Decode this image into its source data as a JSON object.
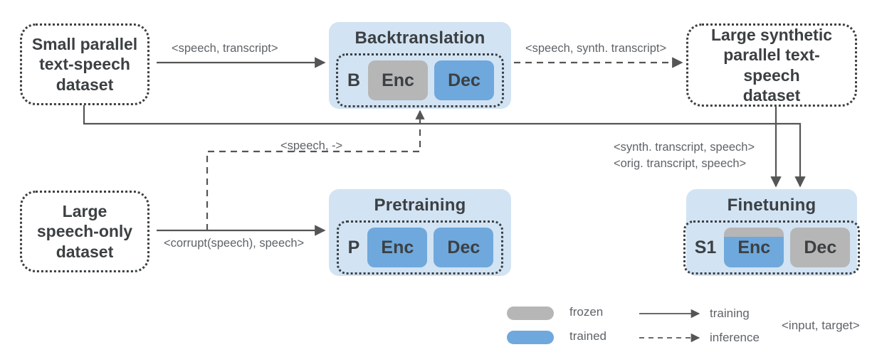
{
  "diagram": {
    "title": "Speech-text training pipeline",
    "colors": {
      "frozen": "#b6b6b6",
      "trained": "#6fa8dc",
      "stage_panel": "#d2e3f3",
      "ink": "#3c4043",
      "label_text": "#5f6368"
    },
    "datasets": [
      {
        "id": "small-parallel",
        "label": "Small parallel\ntext-speech\ndataset"
      },
      {
        "id": "large-synthetic",
        "label": "Large synthetic\nparallel text-speech\ndataset"
      },
      {
        "id": "large-speech-only",
        "label": "Large\nspeech-only\ndataset"
      }
    ],
    "stages": [
      {
        "id": "backtranslation",
        "title": "Backtranslation",
        "tag": "B",
        "modules": [
          {
            "label": "Enc",
            "state": "frozen"
          },
          {
            "label": "Dec",
            "state": "trained"
          }
        ]
      },
      {
        "id": "pretraining",
        "title": "Pretraining",
        "tag": "P",
        "modules": [
          {
            "label": "Enc",
            "state": "trained"
          },
          {
            "label": "Dec",
            "state": "trained"
          }
        ]
      },
      {
        "id": "finetuning",
        "title": "Finetuning",
        "tag": "S1",
        "modules": [
          {
            "label": "Enc",
            "state": "partial"
          },
          {
            "label": "Dec",
            "state": "frozen"
          }
        ]
      }
    ],
    "edges": [
      {
        "id": "small-to-backtranslation",
        "label": "<speech, transcript>",
        "kind": "training"
      },
      {
        "id": "backtranslation-to-synthetic",
        "label": "<speech, synth. transcript>",
        "kind": "inference"
      },
      {
        "id": "speechonly-to-backtranslation",
        "label": "<speech, ->",
        "kind": "inference"
      },
      {
        "id": "speechonly-to-pretraining",
        "label": "<corrupt(speech), speech>",
        "kind": "training"
      },
      {
        "id": "to-finetuning-line1",
        "label": "<synth. transcript, speech>",
        "kind": "training"
      },
      {
        "id": "to-finetuning-line2",
        "label": "<orig. transcript, speech>",
        "kind": "training"
      }
    ],
    "legend": {
      "frozen_label": "frozen",
      "trained_label": "trained",
      "training_label": "training",
      "inference_label": "inference",
      "io_label": "<input, target>"
    }
  }
}
